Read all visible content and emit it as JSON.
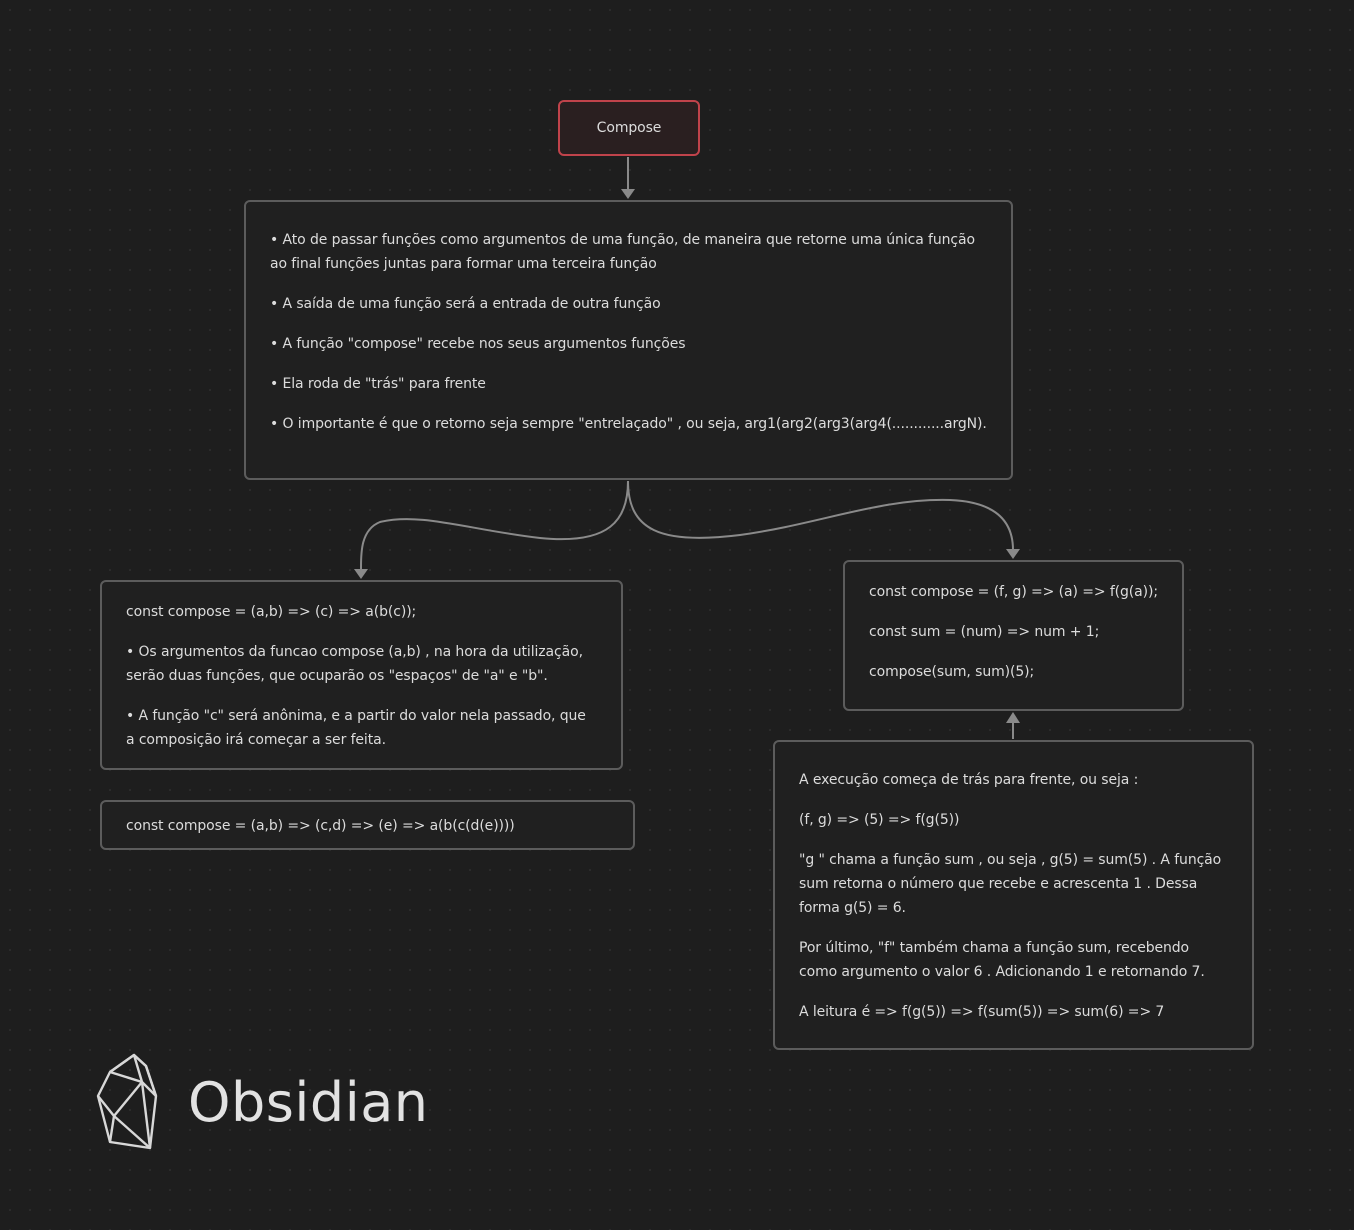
{
  "canvas": {
    "title_node": {
      "label": "Compose"
    },
    "definition_node": {
      "items": [
        "• Ato de passar funções como argumentos de uma função, de maneira que retorne uma única função ao final funções juntas para formar uma terceira função",
        "• A saída de uma função será a entrada de outra função",
        "• A função \"compose\" recebe nos seus argumentos funções",
        "• Ela roda de \"trás\" para frente",
        "• O importante é que o retorno seja sempre \"entrelaçado\" , ou seja, arg1(arg2(arg3(arg4(............argN)."
      ]
    },
    "left_node": {
      "code": "const compose = (a,b) => (c) => a(b(c));",
      "items": [
        "• Os argumentos da funcao compose (a,b) , na hora da utilização, serão duas funções, que ocuparão os \"espaços\" de \"a\" e \"b\".",
        "• A função \"c\" será anônima, e a partir do valor nela passado, que a composição irá começar a ser feita."
      ]
    },
    "left_code_node": {
      "code": "const compose = (a,b) => (c,d) => (e) => a(b(c(d(e))))"
    },
    "right_code_node": {
      "lines": [
        "const compose = (f, g) => (a) => f(g(a));",
        "const sum = (num) => num + 1;",
        "compose(sum, sum)(5);"
      ]
    },
    "execution_node": {
      "paragraphs": [
        "A execução começa de trás para frente, ou seja :",
        "(f, g) => (5) => f(g(5))",
        "\"g \" chama a função sum , ou seja , g(5) = sum(5) . A função sum retorna o número que recebe e acrescenta 1 . Dessa forma g(5) = 6.",
        "Por último, \"f\" também chama a função sum, recebendo como argumento o valor 6 . Adicionando 1 e retornando 7.",
        "A leitura é => f(g(5)) => f(sum(5)) => sum(6) => 7"
      ]
    }
  },
  "brand": {
    "name": "Obsidian",
    "icon": "obsidian-logo-icon"
  },
  "colors": {
    "background": "#1e1e1e",
    "node_border": "#5c5c5c",
    "title_border": "#c0434b",
    "edge": "#8a8a8a",
    "text": "#dcdcdc"
  }
}
